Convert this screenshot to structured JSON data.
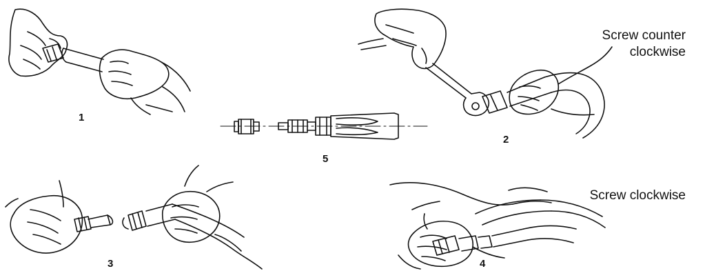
{
  "steps": [
    {
      "number": "1"
    },
    {
      "number": "2"
    },
    {
      "number": "3"
    },
    {
      "number": "4"
    },
    {
      "number": "5"
    }
  ],
  "captions": {
    "top_line1": "Screw counter",
    "top_line2": "clockwise",
    "bottom": "Screw clockwise"
  },
  "colors": {
    "ink": "#111111",
    "background": "#ffffff"
  }
}
